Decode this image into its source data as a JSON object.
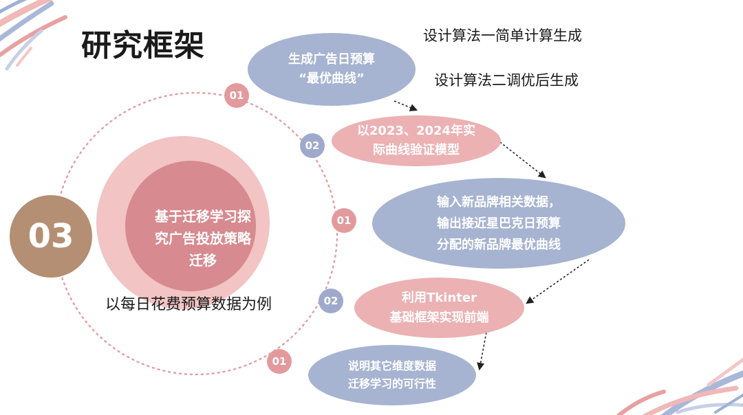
{
  "title": "研究框架",
  "notes": [
    "设计算法一简单计算生成",
    "设计算法二调优后生成"
  ],
  "section_number": "03",
  "center_text": [
    "基于迁移学习探",
    "究广告投放策略",
    "迁移"
  ],
  "example_text": "以每日花费预算数据为例",
  "steps": [
    {
      "badge": "01",
      "lines": [
        "生成广告日预算",
        "“最优曲线”"
      ]
    },
    {
      "badge": "02",
      "lines": [
        "以2023、2024年实",
        "际曲线验证模型"
      ]
    },
    {
      "badge": "01",
      "lines": [
        "输入新品牌相关数据，",
        "输出接近星巴克日预算",
        "分配的新品牌最优曲线"
      ]
    },
    {
      "badge": "02",
      "lines": [
        "利用Tkinter",
        "基础框架实现前端"
      ]
    },
    {
      "badge": "01",
      "lines": [
        "说明其它维度数据",
        "迁移学习的可行性"
      ]
    }
  ],
  "colors": {
    "badge_brown": "#b58f73",
    "pink": "#ecb1b3",
    "blue": "#a6b3d1",
    "ring_outer": "#f2c4c4",
    "ring_inner": "#d78a8f"
  }
}
